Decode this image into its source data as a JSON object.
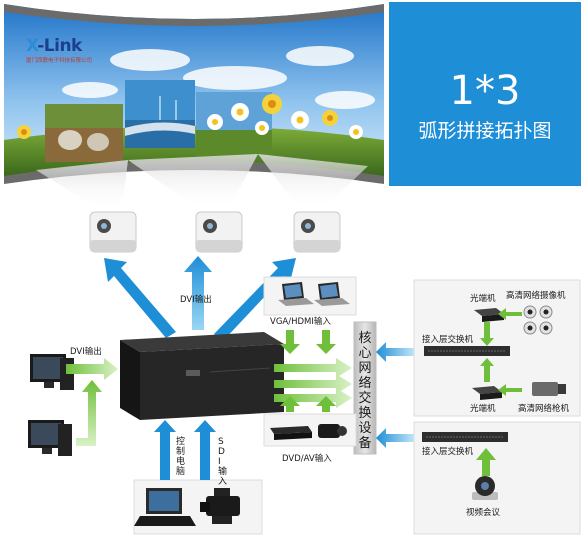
{
  "logo": {
    "main_x": "X",
    "main_rest": "-Link",
    "subtitle": "厦门西联电子科技有限公司"
  },
  "title": {
    "main": "1*3",
    "subtitle": "弧形拼接拓扑图"
  },
  "labels": {
    "dvi_out_top": "DVI输出",
    "dvi_out_left": "DVI输出",
    "vga_hdmi_in": "VGA/HDMI输入",
    "dvd_av_in": "DVD/AV输入",
    "control_pc": "控制电脑",
    "sdi_in": "SDI输入",
    "core_switch": "核心网络交换设备",
    "optical_1": "光端机",
    "optical_2": "光端机",
    "access_switch_1": "接入层交换机",
    "access_switch_2": "接入层交换机",
    "hd_camera": "高清网络摄像机",
    "hd_gun": "高清网络枪机",
    "video_conf": "视频会议"
  },
  "colors": {
    "accent_blue": "#1e8ed6",
    "arrow_blue": "#1e8ed6",
    "arrow_green": "#6fbf3b"
  }
}
